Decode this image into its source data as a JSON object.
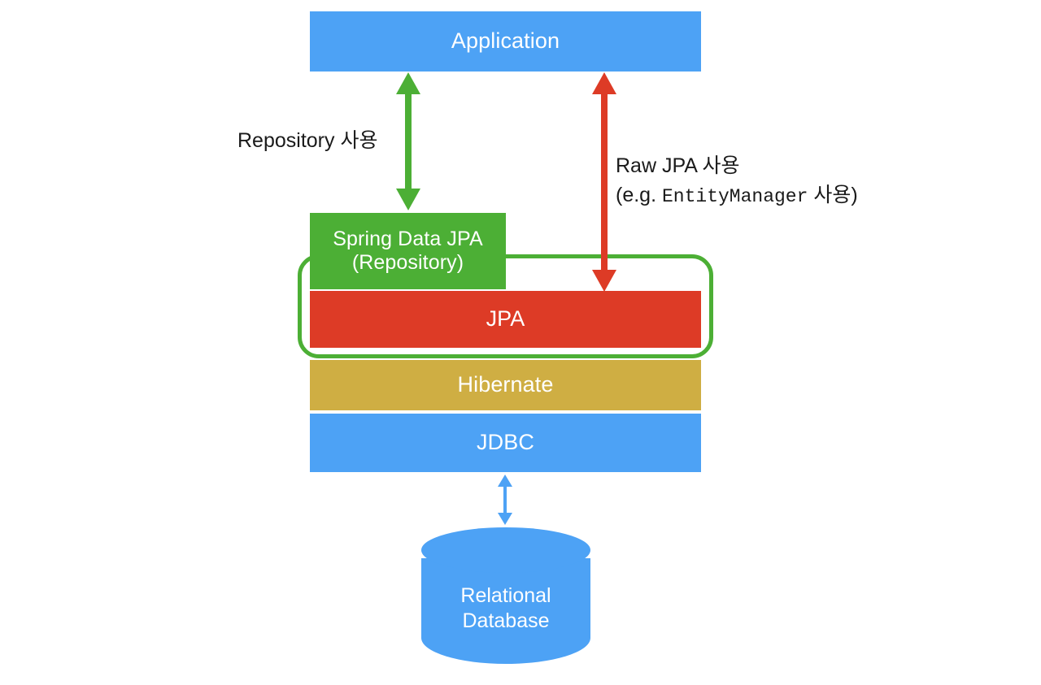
{
  "diagram": {
    "title": "JPA layered architecture diagram",
    "background_color": "#ffffff",
    "colors": {
      "blue": "#4da2f5",
      "green": "#4caf35",
      "red": "#dd3b26",
      "gold": "#cfae43",
      "text_dark": "#1a1a1a",
      "text_light": "#ffffff"
    },
    "boxes": {
      "application": {
        "label": "Application",
        "color": "#4da2f5"
      },
      "spring_data_jpa": {
        "label": "Spring Data JPA\n(Repository)",
        "color": "#4caf35"
      },
      "jpa": {
        "label": "JPA",
        "color": "#dd3b26"
      },
      "hibernate": {
        "label": "Hibernate",
        "color": "#cfae43"
      },
      "jdbc": {
        "label": "JDBC",
        "color": "#4da2f5"
      },
      "database": {
        "label": "Relational\nDatabase",
        "color": "#4da2f5"
      }
    },
    "group": {
      "name": "spring-data-jpa-and-jpa-group",
      "outline_color": "#4caf35"
    },
    "arrows": {
      "repository": {
        "label": "Repository 사용",
        "color": "#4caf35",
        "from": "Application",
        "to": "Spring Data JPA (Repository)",
        "heads": "both"
      },
      "raw_jpa": {
        "label_line1": "Raw JPA 사용",
        "label_line2_prefix": "(e.g. ",
        "label_line2_mono": "EntityManager",
        "label_line2_suffix": " 사용)",
        "color": "#dd3b26",
        "from": "Application",
        "to": "JPA",
        "heads": "both"
      },
      "jdbc_to_database": {
        "label": "",
        "color": "#4da2f5",
        "from": "JDBC",
        "to": "Relational Database",
        "heads": "both"
      }
    }
  }
}
